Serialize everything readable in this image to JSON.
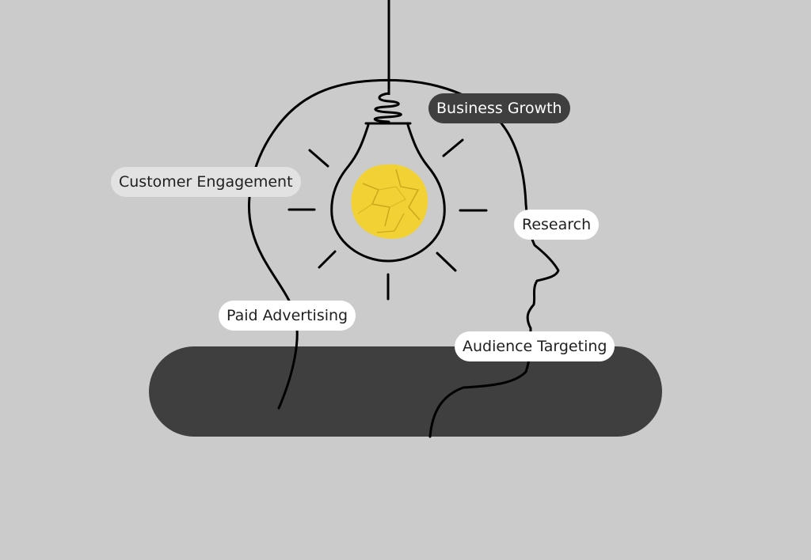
{
  "labels": {
    "business_growth": "Business Growth",
    "customer_engagement": "Customer Engagement",
    "research": "Research",
    "paid_advertising": "Paid Advertising",
    "audience_targeting": "Audience Targeting"
  },
  "colors": {
    "background": "#cbcbcb",
    "bar": "#3f3f3f",
    "line": "#000000",
    "paper_ball": "#f2d135",
    "pill_light": "#ffffff",
    "pill_grey": "#e2e2e2",
    "pill_dark": "#3f3f3f"
  },
  "icons": [
    "head-outline-icon",
    "lightbulb-icon",
    "crumpled-paper-icon"
  ]
}
